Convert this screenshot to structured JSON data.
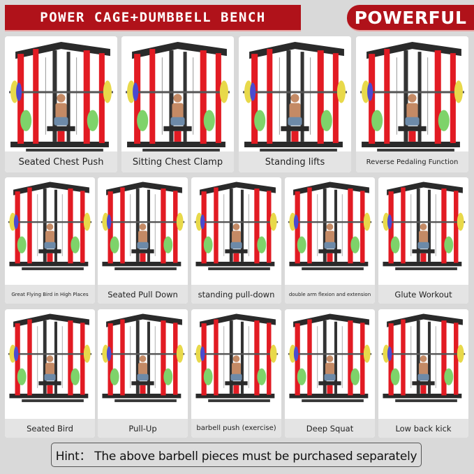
{
  "header": {
    "title": "POWER CAGE+DUMBBELL BENCH",
    "badge": "POWERFUL"
  },
  "colors": {
    "brand_red": "#b0121a",
    "frame_red": "#e21b23",
    "frame_black": "#2a2a2a",
    "caption_bg": "#e4e4e4",
    "page_bg": "#d9d9d9"
  },
  "rows": [
    {
      "items": [
        {
          "label": "Seated Chest Push",
          "image": "power-cage-seated-chest-push-photo"
        },
        {
          "label": "Sitting Chest Clamp",
          "image": "power-cage-sitting-chest-clamp-photo"
        },
        {
          "label": "Standing lifts",
          "image": "power-cage-standing-lifts-photo"
        },
        {
          "label": "Reverse Pedaling Function",
          "image": "power-cage-reverse-pedaling-photo"
        }
      ]
    },
    {
      "items": [
        {
          "label": "Great Flying Bird in High Places",
          "image": "power-cage-flying-bird-photo"
        },
        {
          "label": "Seated Pull Down",
          "image": "power-cage-seated-pull-down-photo"
        },
        {
          "label": "standing pull-down",
          "image": "power-cage-standing-pull-down-photo"
        },
        {
          "label": "double arm flexion and extension",
          "image": "power-cage-double-arm-flexion-photo"
        },
        {
          "label": "Glute Workout",
          "image": "power-cage-glute-workout-photo"
        }
      ]
    },
    {
      "items": [
        {
          "label": "Seated Bird",
          "image": "power-cage-seated-bird-photo"
        },
        {
          "label": "Pull-Up",
          "image": "power-cage-pull-up-photo"
        },
        {
          "label": "barbell push  (exercise)",
          "image": "power-cage-barbell-push-photo"
        },
        {
          "label": "Deep Squat",
          "image": "power-cage-deep-squat-photo"
        },
        {
          "label": "Low back kick",
          "image": "power-cage-low-back-kick-photo"
        }
      ]
    }
  ],
  "footer": {
    "hint": "Hint： The above barbell pieces must be purchased separately"
  }
}
